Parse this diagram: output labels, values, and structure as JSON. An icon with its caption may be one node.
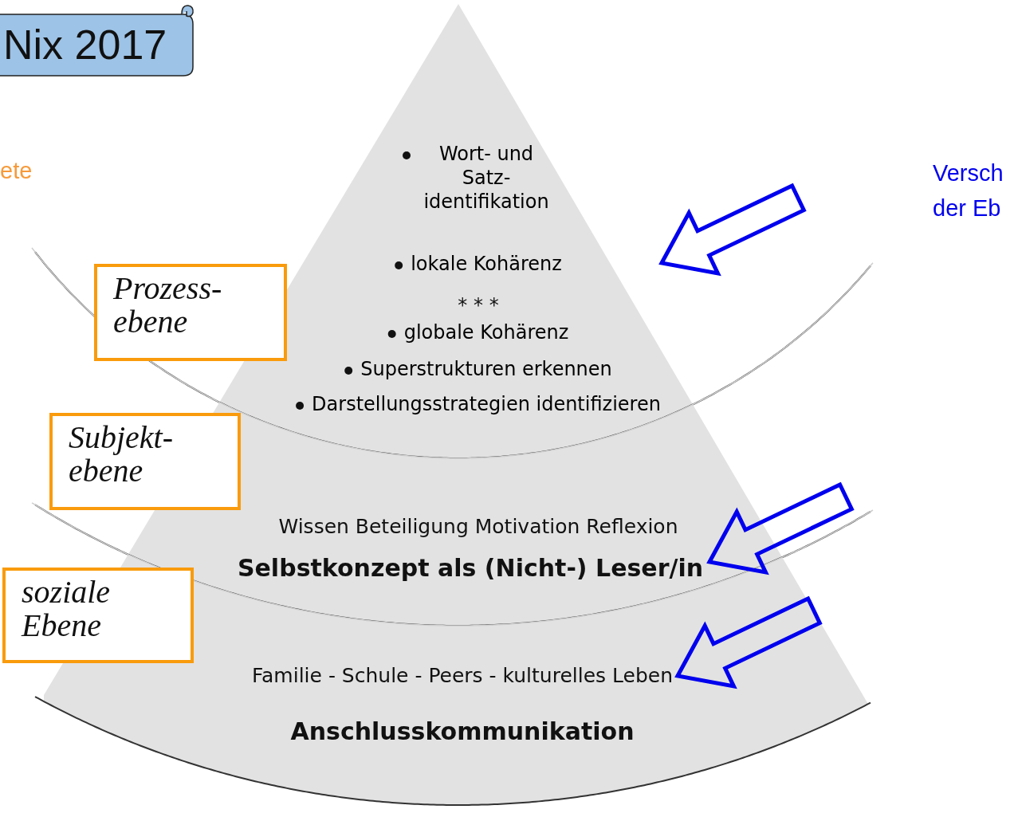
{
  "diagram": {
    "title": "Nix 2017",
    "nodes": [
      {
        "text": [
          "Wort- und Satz- identifikation",
          "lokale Kohärenz",
          "* * *",
          "globale Kohärenz",
          "Superstrukturen erkennen",
          "Darstellungsstrategien identifizieren"
        ]
      },
      {
        "text": [
          "Wissen Beteiligung Motivation Reflexion",
          "Selbstkonzept als (Nicht-) Leser/in"
        ]
      },
      {
        "text": [
          "Familie - Schule - Peers - kulturelles Leben",
          "Anschlusskommunikation"
        ]
      },
      {
        "text": [
          "Prozess- ebene"
        ]
      },
      {
        "text": [
          "Subjekt- ebene"
        ]
      },
      {
        "text": [
          "soziale Ebene"
        ]
      }
    ],
    "edges": [
      {
        "from": null,
        "to": 0,
        "arrow": "to",
        "style": "thick"
      },
      {
        "from": null,
        "to": 1,
        "arrow": "to",
        "style": "thick"
      },
      {
        "from": null,
        "to": 2,
        "arrow": "to",
        "style": "thick"
      }
    ],
    "labels": [
      "ete",
      "Versch der Eb"
    ]
  }
}
